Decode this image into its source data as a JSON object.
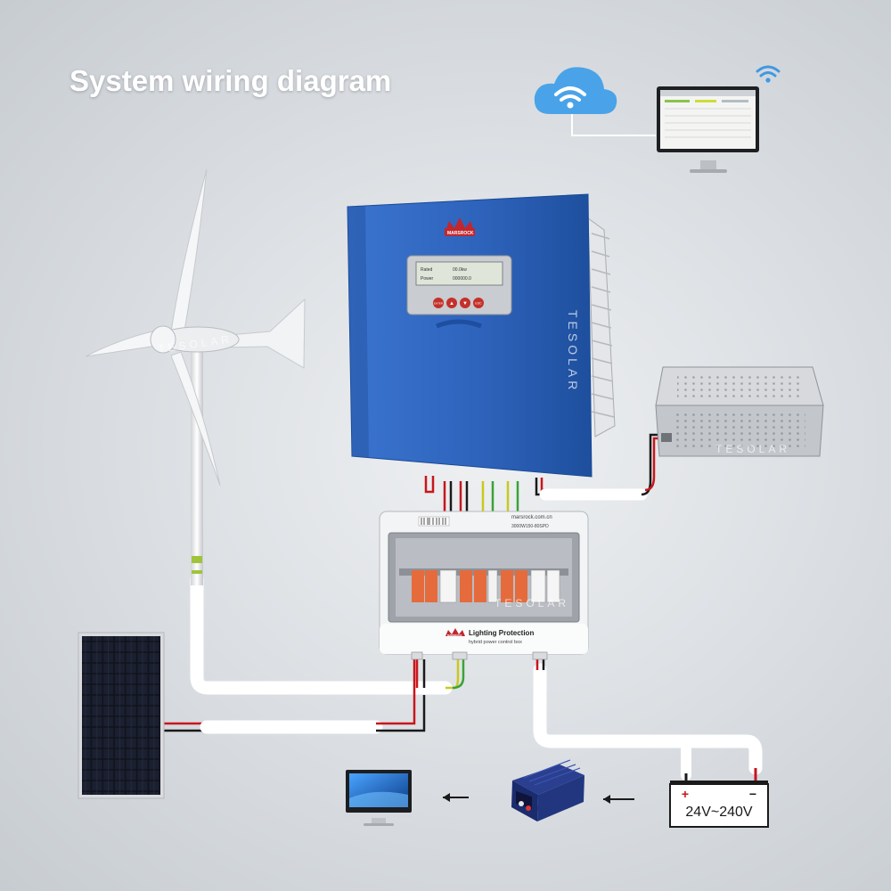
{
  "title": "System wiring diagram",
  "watermark": "TESOLAR",
  "controller": {
    "brand": "MARSROCK",
    "lcd_line1_label": "Rated",
    "lcd_line1_value": "00.0kw",
    "lcd_line2_label": "Power",
    "lcd_line2_value": "000000.0",
    "buttons": [
      "ENTER",
      "▲",
      "▼",
      "ESC"
    ],
    "body_color": "#2f64b8"
  },
  "control_box": {
    "url": "marsrock.com.cn",
    "model": "3000W150-80SPD",
    "brand": "MARSROCK",
    "title": "Lighting Protection",
    "subtitle": "hybrid power control box"
  },
  "battery": {
    "plus": "+",
    "minus": "−",
    "voltage": "24V~240V"
  },
  "arrows": [
    "←",
    "←"
  ],
  "wire_colors": {
    "red": "#c8161d",
    "black": "#1a1a1a",
    "yellow": "#c9c91c",
    "green": "#3aa336"
  },
  "icons": [
    "wind-turbine",
    "solar-panel",
    "wind-controller",
    "dump-load-resistor",
    "control-box",
    "battery",
    "inverter",
    "monitor",
    "cloud-wifi",
    "wifi"
  ]
}
